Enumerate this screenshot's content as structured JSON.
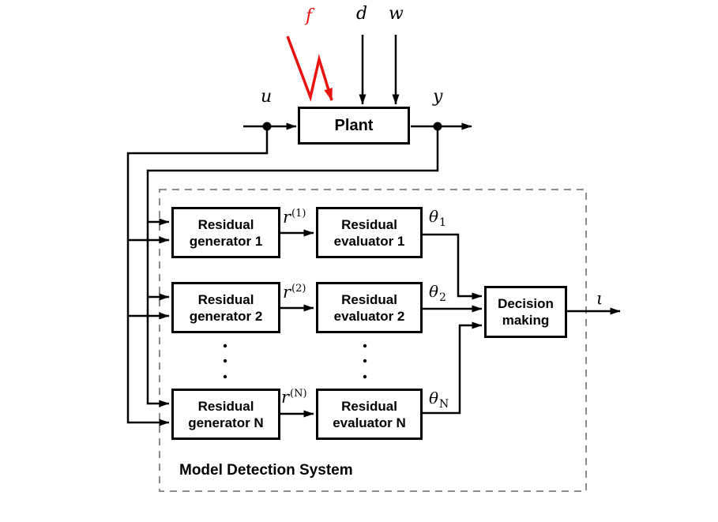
{
  "colors": {
    "line": "#000000",
    "fault": "#e8120f",
    "frame": "#8c8c8c"
  },
  "plant": {
    "label": "Plant"
  },
  "signals": {
    "u": "u",
    "d": "d",
    "w": "w",
    "y": "y",
    "f": "f",
    "iota": "ι"
  },
  "rows": [
    {
      "generator_line1": "Residual",
      "generator_line2": "generator 1",
      "residual_base": "r",
      "residual_sup": "(1)",
      "evaluator_line1": "Residual",
      "evaluator_line2": "evaluator 1",
      "theta_base": "θ",
      "theta_sub": "1"
    },
    {
      "generator_line1": "Residual",
      "generator_line2": "generator 2",
      "residual_base": "r",
      "residual_sup": "(2)",
      "evaluator_line1": "Residual",
      "evaluator_line2": "evaluator 2",
      "theta_base": "θ",
      "theta_sub": "2"
    },
    {
      "generator_line1": "Residual",
      "generator_line2": "generator N",
      "residual_base": "r",
      "residual_sup": "(N)",
      "evaluator_line1": "Residual",
      "evaluator_line2": "evaluator N",
      "theta_base": "θ",
      "theta_sub": "N"
    }
  ],
  "decision": {
    "line1": "Decision",
    "line2": "making"
  },
  "system_label": "Model Detection System"
}
